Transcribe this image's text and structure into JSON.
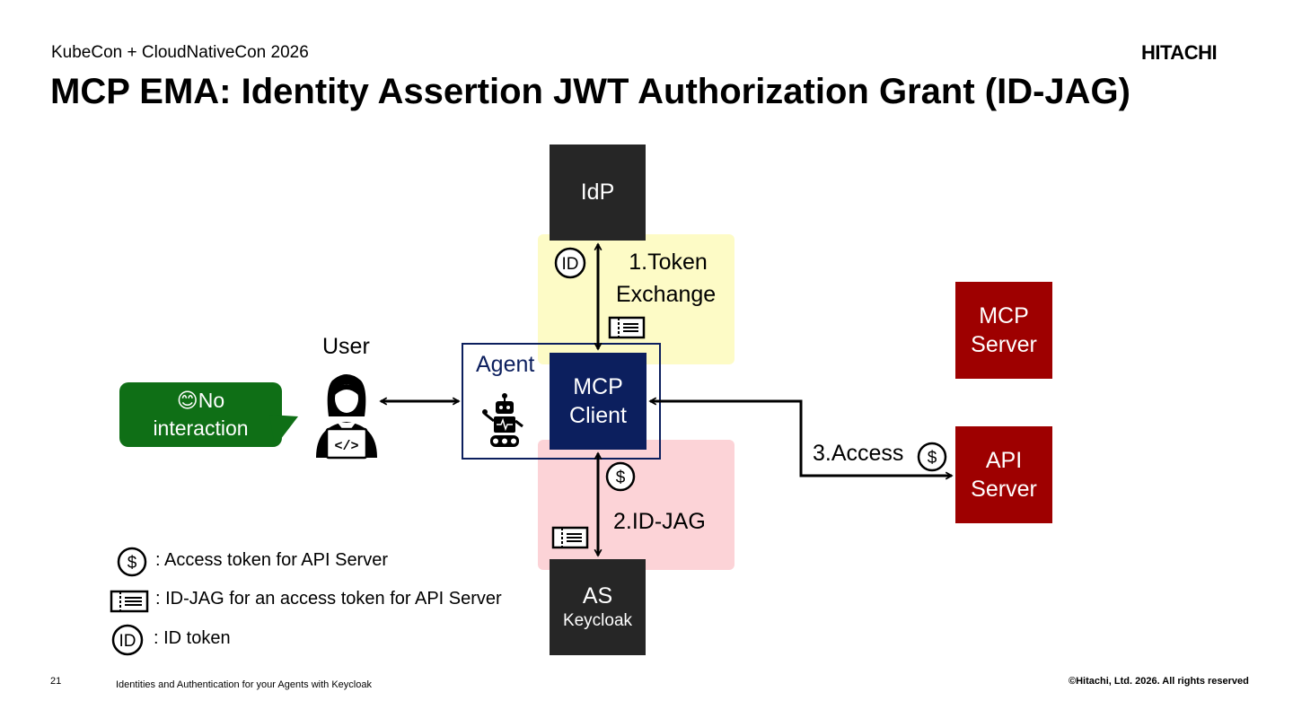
{
  "header": {
    "event": "KubeCon + CloudNativeCon 2026",
    "logo": "HITACHI",
    "title": "MCP EMA: Identity Assertion JWT Authorization Grant (ID-JAG)"
  },
  "nodes": {
    "idp": "IdP",
    "mcp_client_line1": "MCP",
    "mcp_client_line2": "Client",
    "agent": "Agent",
    "as_line1": "AS",
    "as_line2": "Keycloak",
    "mcp_server_line1": "MCP",
    "mcp_server_line2": "Server",
    "api_server_line1": "API",
    "api_server_line2": "Server",
    "user": "User"
  },
  "flows": {
    "token_exchange_line1": "1.Token",
    "token_exchange_line2": "Exchange",
    "id_jag": "2.ID-JAG",
    "access": "3.Access"
  },
  "bubble": {
    "emoji": "😊",
    "line1": "No",
    "line2": "interaction"
  },
  "icons": {
    "id_symbol": "ID",
    "dollar_symbol": "$"
  },
  "legend": {
    "access_token": ": Access token for API Server",
    "id_jag": ": ID-JAG for an access token for API Server",
    "id_token": ": ID token"
  },
  "footer": {
    "page": "21",
    "subtitle": "Identities and Authentication for your Agents with Keycloak",
    "copyright": "©Hitachi, Ltd. 2026. All rights reserved"
  },
  "colors": {
    "dark_box": "#262626",
    "red_box": "#9e0000",
    "navy_box": "#0c1f5e",
    "yellow_zone": "#fdfbc6",
    "pink_zone": "#fcd3d7",
    "bubble": "#0f6f16"
  }
}
